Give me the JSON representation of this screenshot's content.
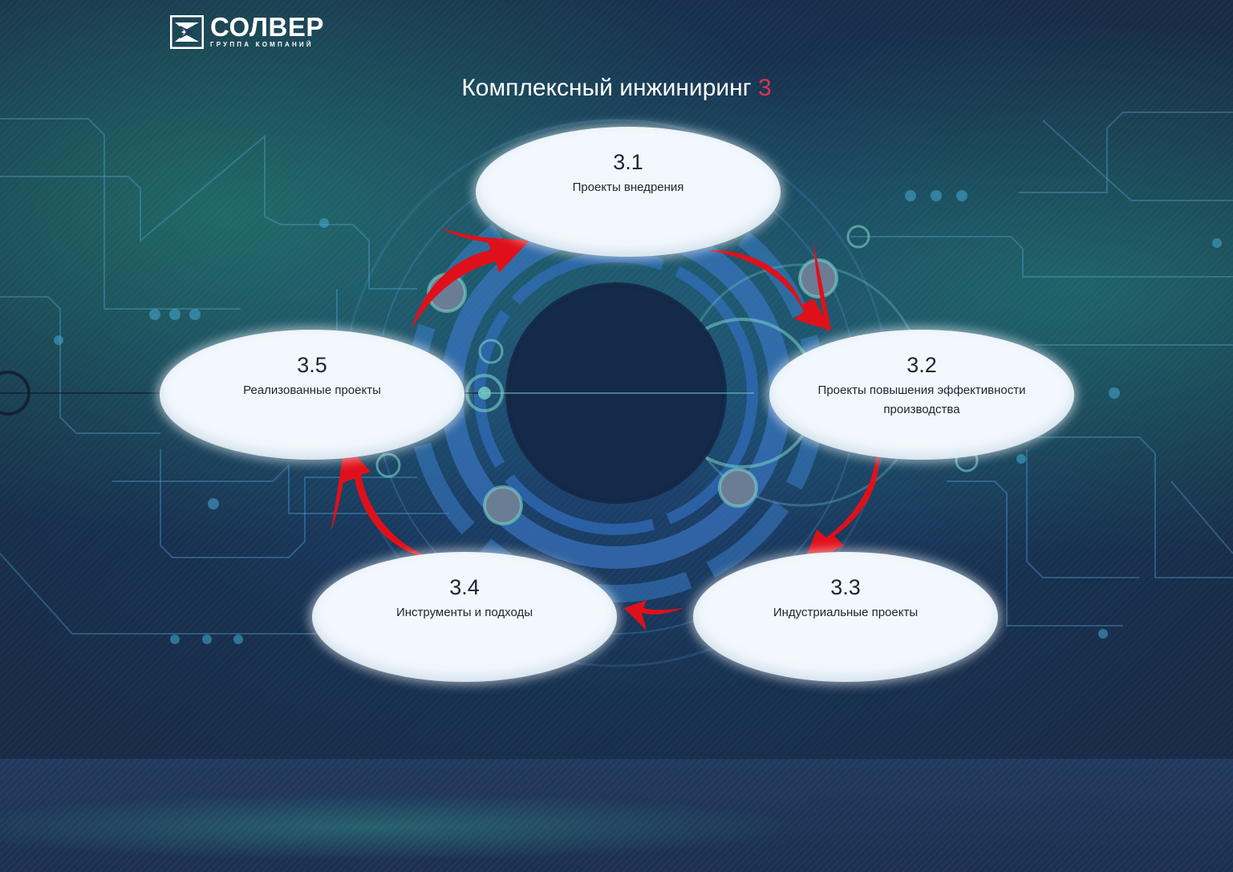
{
  "logo": {
    "name": "СОЛВЕР",
    "subtitle": "ГРУППА КОМПАНИЙ"
  },
  "header": {
    "title": "Комплексный инжиниринг",
    "title_accent": "3"
  },
  "nodes": [
    {
      "number": "3.1",
      "label": "Проекты внедрения"
    },
    {
      "number": "3.2",
      "label": "Проекты повышения эффективности производства"
    },
    {
      "number": "3.3",
      "label": "Индустриальные проекты"
    },
    {
      "number": "3.4",
      "label": "Инструменты и подходы"
    },
    {
      "number": "3.5",
      "label": "Реализованные проекты"
    }
  ],
  "colors": {
    "accent": "#d9344a",
    "arrow": "#e0101a",
    "node_fill": "#f2f8fd",
    "background": "#1a2a45"
  }
}
